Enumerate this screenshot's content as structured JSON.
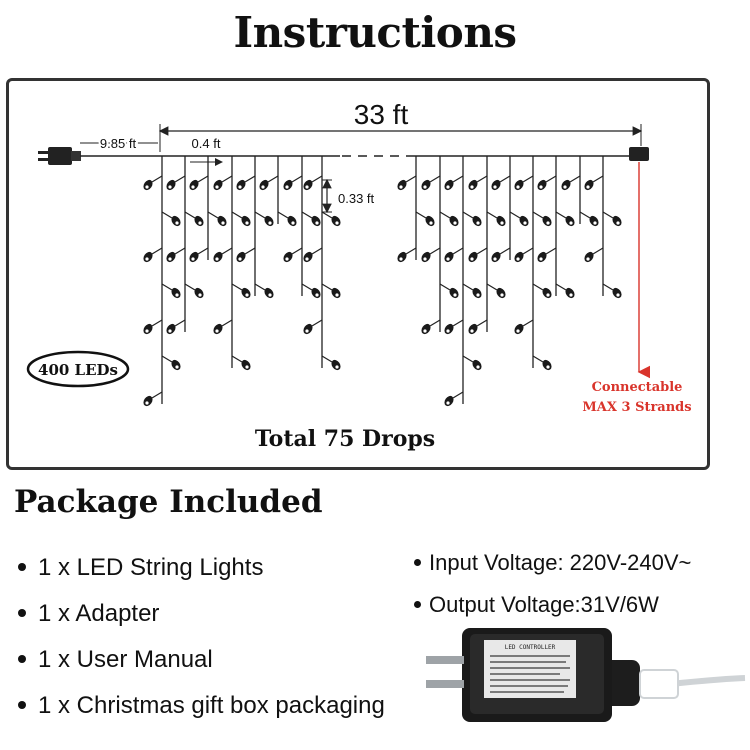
{
  "title": "Instructions",
  "diagram": {
    "total_length": "33 ft",
    "lead_length": "9.85 ft",
    "drop_spacing": "0.4 ft",
    "led_spacing": "0.33 ft",
    "led_count_badge": "400 LEDs",
    "connectable_line1": "Connectable",
    "connectable_line2": "MAX 3 Strands",
    "total_drops": "Total 75 Drops",
    "accent_color": "#d9342b"
  },
  "package": {
    "title": "Package Included",
    "items": [
      "1 x LED String Lights",
      "1 x Adapter",
      "1 x User Manual",
      "1 x Christmas gift box packaging"
    ]
  },
  "specs": {
    "input": "Input Voltage: 220V-240V~",
    "output": "Output Voltage:31V/6W"
  },
  "adapter": {
    "brand_label": "LED CONTROLLER"
  }
}
